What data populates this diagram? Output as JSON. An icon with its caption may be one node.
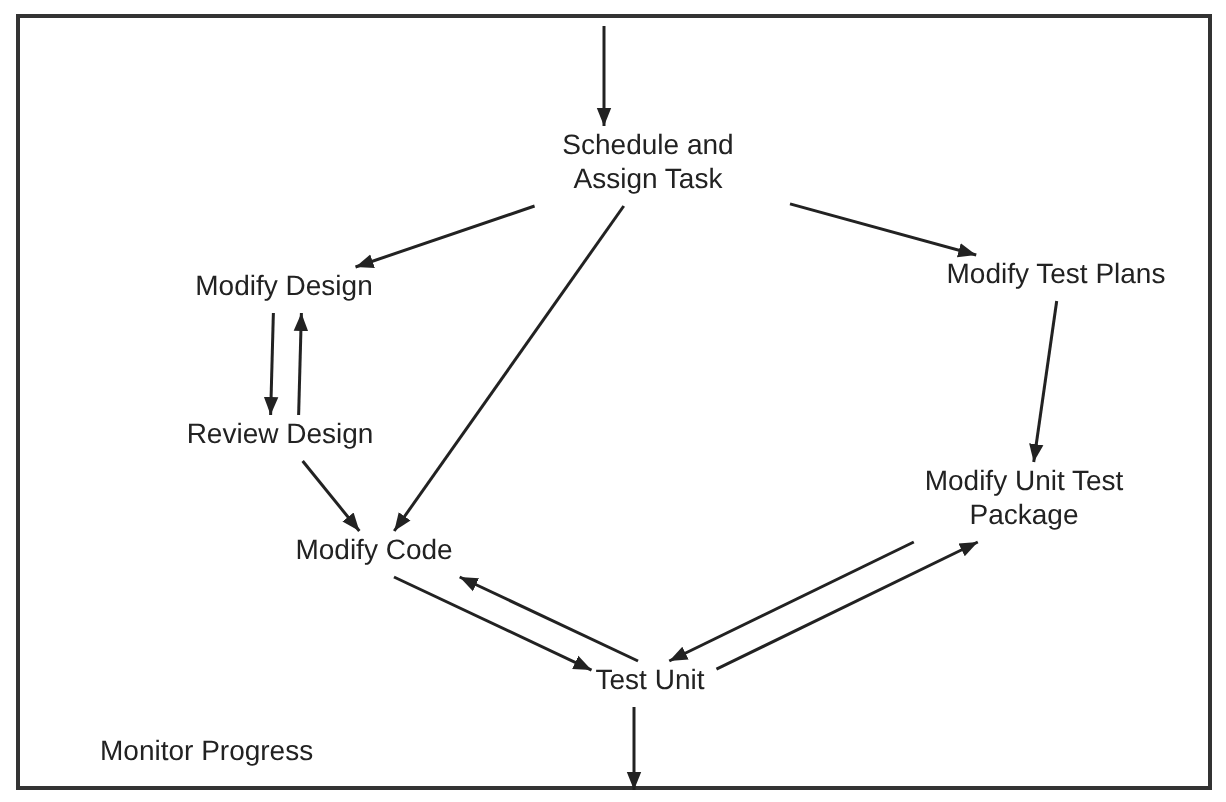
{
  "diagram": {
    "nodes": [
      {
        "text": [
          "Monitor Progress"
        ]
      },
      {
        "text": [
          "Schedule and Assign Task"
        ],
        "in": 0
      },
      {
        "text": [
          "Modify Design"
        ],
        "in": 0
      },
      {
        "text": [
          "Modify Test Plans"
        ],
        "in": 0
      },
      {
        "text": [
          "Review Design"
        ],
        "in": 0
      },
      {
        "text": [
          "Modify Unit Test Package"
        ],
        "in": 0
      },
      {
        "text": [
          "Modify Code"
        ],
        "in": 0
      },
      {
        "text": [
          "Test Unit"
        ],
        "in": 0
      }
    ],
    "edges": [
      {
        "from": null,
        "to": 1,
        "arrow": "to"
      },
      {
        "from": 1,
        "to": 2,
        "arrow": "to"
      },
      {
        "from": 1,
        "to": 3,
        "arrow": "to"
      },
      {
        "from": 1,
        "to": 6,
        "arrow": "to"
      },
      {
        "from": 2,
        "to": 4,
        "arrow": "to"
      },
      {
        "from": 4,
        "to": 2,
        "arrow": "to"
      },
      {
        "from": 4,
        "to": 6,
        "arrow": "to"
      },
      {
        "from": 3,
        "to": 5,
        "arrow": "to"
      },
      {
        "from": 5,
        "to": 7,
        "arrow": "to"
      },
      {
        "from": 7,
        "to": 5,
        "arrow": "to"
      },
      {
        "from": 6,
        "to": 7,
        "arrow": "to"
      },
      {
        "from": 7,
        "to": 6,
        "arrow": "to"
      },
      {
        "from": 7,
        "to": null,
        "arrow": "to"
      }
    ]
  }
}
